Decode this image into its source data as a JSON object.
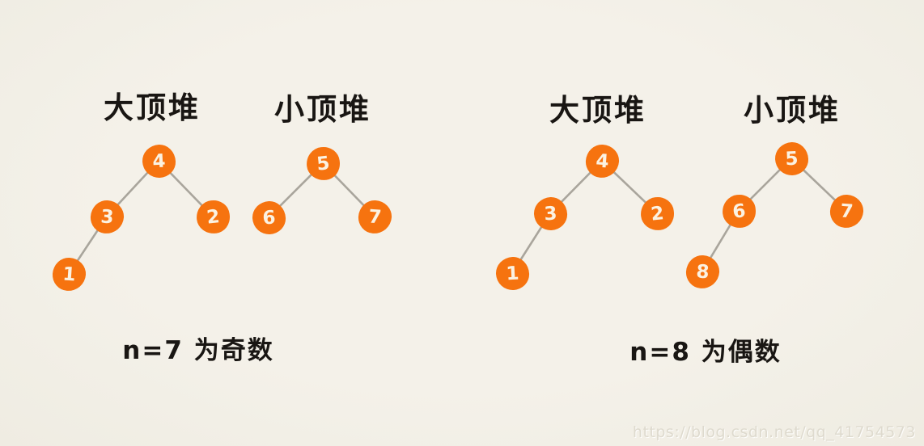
{
  "page": {
    "background_color": "#F2EFE7",
    "watermark": "https://blog.csdn.net/qq_41754573"
  },
  "colors": {
    "node_fill": "#F6730F",
    "node_text": "#FBF2E2",
    "edge": "#A9A59C",
    "label_text": "#191613",
    "watermark_text": "#DEDACE"
  },
  "diagrams": [
    {
      "caption": "n=7 为奇数",
      "heaps": [
        {
          "title": "大顶堆",
          "nodes": [
            "4",
            "3",
            "2",
            "1"
          ],
          "edges": [
            [
              "4",
              "3"
            ],
            [
              "4",
              "2"
            ],
            [
              "3",
              "1"
            ]
          ]
        },
        {
          "title": "小顶堆",
          "nodes": [
            "5",
            "6",
            "7"
          ],
          "edges": [
            [
              "5",
              "6"
            ],
            [
              "5",
              "7"
            ]
          ]
        }
      ]
    },
    {
      "caption": "n=8 为偶数",
      "heaps": [
        {
          "title": "大顶堆",
          "nodes": [
            "4",
            "3",
            "2",
            "1"
          ],
          "edges": [
            [
              "4",
              "3"
            ],
            [
              "4",
              "2"
            ],
            [
              "3",
              "1"
            ]
          ]
        },
        {
          "title": "小顶堆",
          "nodes": [
            "5",
            "6",
            "7",
            "8"
          ],
          "edges": [
            [
              "5",
              "6"
            ],
            [
              "5",
              "7"
            ],
            [
              "6",
              "8"
            ]
          ]
        }
      ]
    }
  ]
}
